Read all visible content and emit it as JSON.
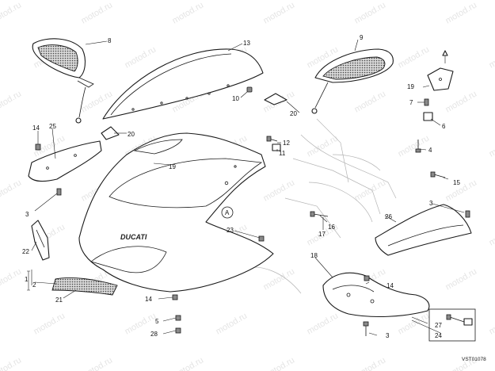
{
  "watermark": "motod.ru",
  "drawing_ref": "VST01078",
  "brand_logo": "DUCATI",
  "view_marker": "A",
  "callouts": [
    {
      "id": "c8",
      "text": "8"
    },
    {
      "id": "c13",
      "text": "13"
    },
    {
      "id": "c9",
      "text": "9"
    },
    {
      "id": "c10",
      "text": "10"
    },
    {
      "id": "c20a",
      "text": "20"
    },
    {
      "id": "c20b",
      "text": "20"
    },
    {
      "id": "c19a",
      "text": "19"
    },
    {
      "id": "c19b",
      "text": "19"
    },
    {
      "id": "c7",
      "text": "7"
    },
    {
      "id": "c6",
      "text": "6"
    },
    {
      "id": "c4",
      "text": "4"
    },
    {
      "id": "c14a",
      "text": "14"
    },
    {
      "id": "c14b",
      "text": "14"
    },
    {
      "id": "c14c",
      "text": "14"
    },
    {
      "id": "c25",
      "text": "25"
    },
    {
      "id": "c12",
      "text": "12"
    },
    {
      "id": "c11",
      "text": "11"
    },
    {
      "id": "c15",
      "text": "15"
    },
    {
      "id": "c3a",
      "text": "3"
    },
    {
      "id": "c3b",
      "text": "3"
    },
    {
      "id": "c3c",
      "text": "3"
    },
    {
      "id": "c26",
      "text": "26"
    },
    {
      "id": "c17",
      "text": "17"
    },
    {
      "id": "c16",
      "text": "16"
    },
    {
      "id": "c23",
      "text": "23"
    },
    {
      "id": "c22",
      "text": "22"
    },
    {
      "id": "c18",
      "text": "18"
    },
    {
      "id": "c1",
      "text": "1"
    },
    {
      "id": "c2",
      "text": "2"
    },
    {
      "id": "c21",
      "text": "21"
    },
    {
      "id": "c5",
      "text": "5"
    },
    {
      "id": "c28",
      "text": "28"
    },
    {
      "id": "c27",
      "text": "27"
    },
    {
      "id": "c24",
      "text": "24"
    }
  ]
}
